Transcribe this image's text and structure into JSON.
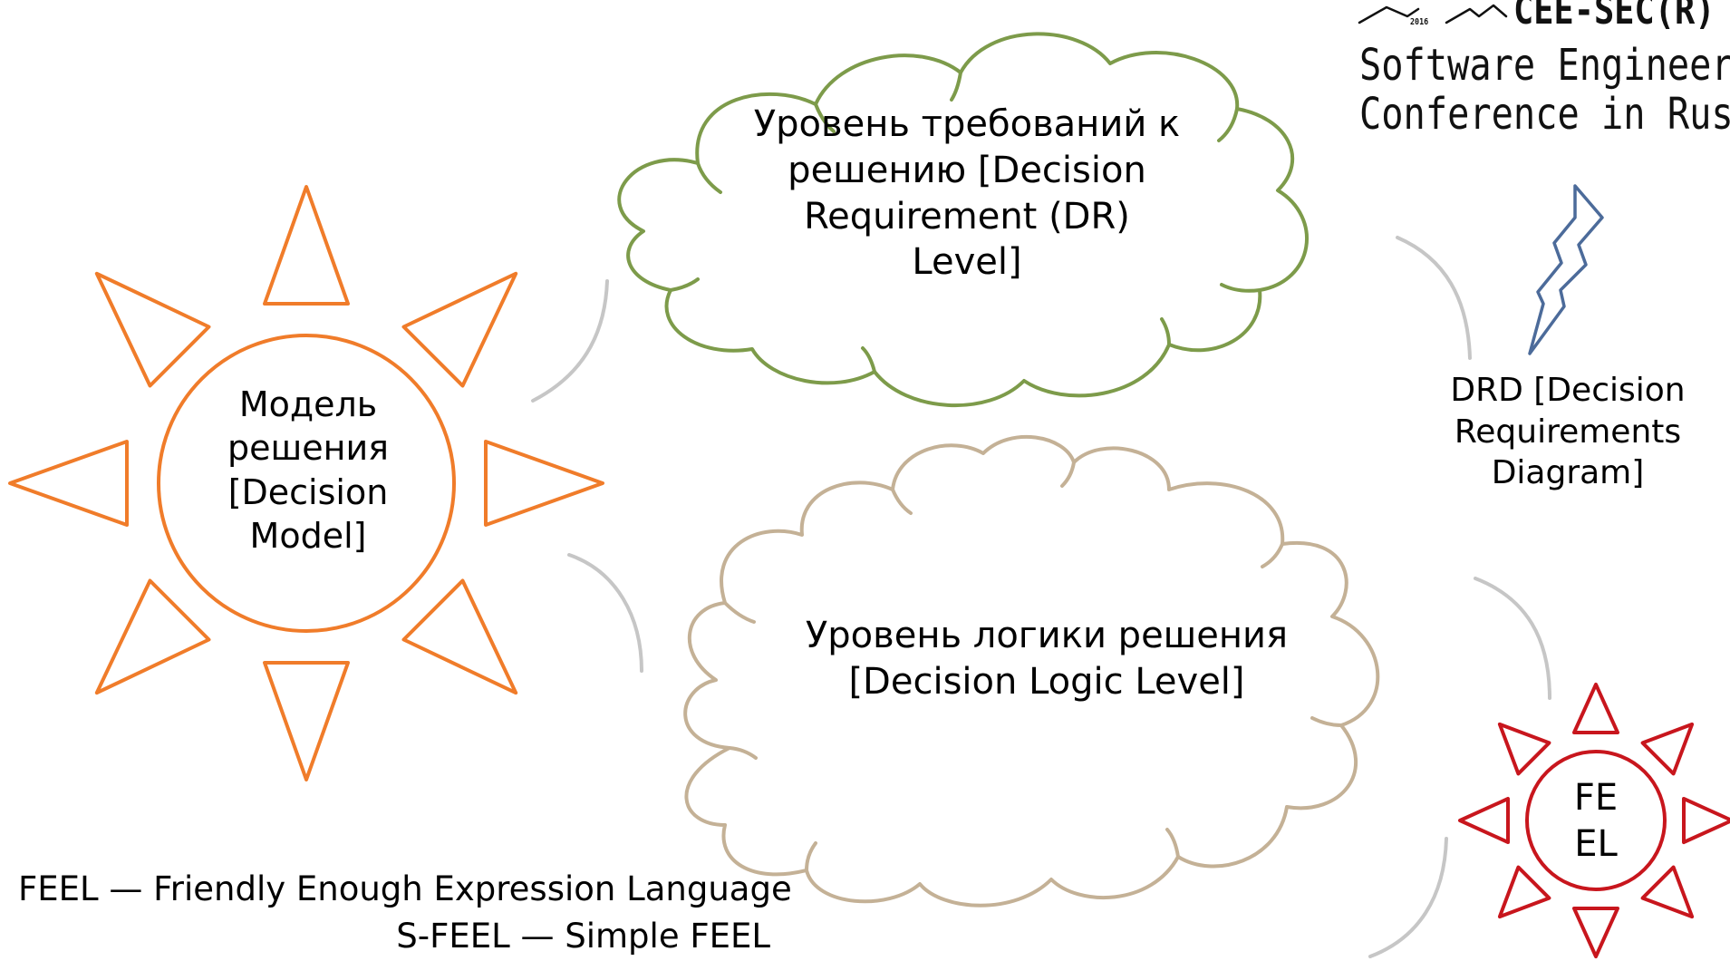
{
  "decision_model": {
    "label": "Модель решения [Decision Model]",
    "color": "#f07c2a"
  },
  "dr_level": {
    "label": "Уровень требований к решению [Decision Requirement (DR) Level]",
    "color": "#7d9b4a"
  },
  "logic_level": {
    "label": "Уровень логики решения [Decision Logic Level]",
    "color": "#c4b196"
  },
  "drd": {
    "label": "DRD [Decision Requirements Diagram]",
    "color": "#4c6b9a"
  },
  "feel_sun": {
    "label": "FEEL",
    "color": "#c8161d"
  },
  "connector_color": "#c6c6c6",
  "legend": {
    "line1": "FEEL — Friendly Enough Expression Language",
    "line2": "S-FEEL — Simple FEEL"
  },
  "logo": {
    "top_line": "CEE-SEC(R)",
    "year": "2016",
    "line1": "Software Engineering",
    "line2": "Conference in Russia",
    "accent": "#e07b00"
  }
}
